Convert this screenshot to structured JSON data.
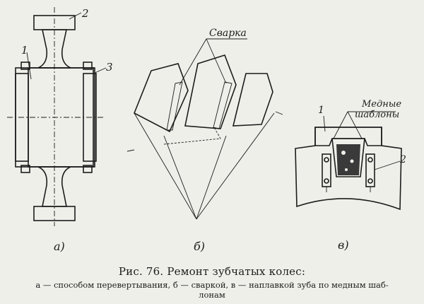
{
  "figure": {
    "title": "Рис. 76. Ремонт зубчатых колес:",
    "description_line1": "а — способом перевертывания, б — сваркой, в — наплавкой зуба по медным шаб-",
    "description_line2": "лонам"
  },
  "panel_a": {
    "label": "а)",
    "callout_1": "1",
    "callout_2": "2",
    "callout_3": "3"
  },
  "panel_b": {
    "label": "б)",
    "annotation": "Сварка"
  },
  "panel_c": {
    "label": "в)",
    "annotation_line1": "Медные",
    "annotation_line2": "шаблоны",
    "callout_1": "1",
    "callout_2": "2"
  },
  "colors": {
    "paper": "#efefea",
    "ink": "#1c1c1c",
    "hatch": "#555555",
    "deposit": "#3a3a3a"
  }
}
